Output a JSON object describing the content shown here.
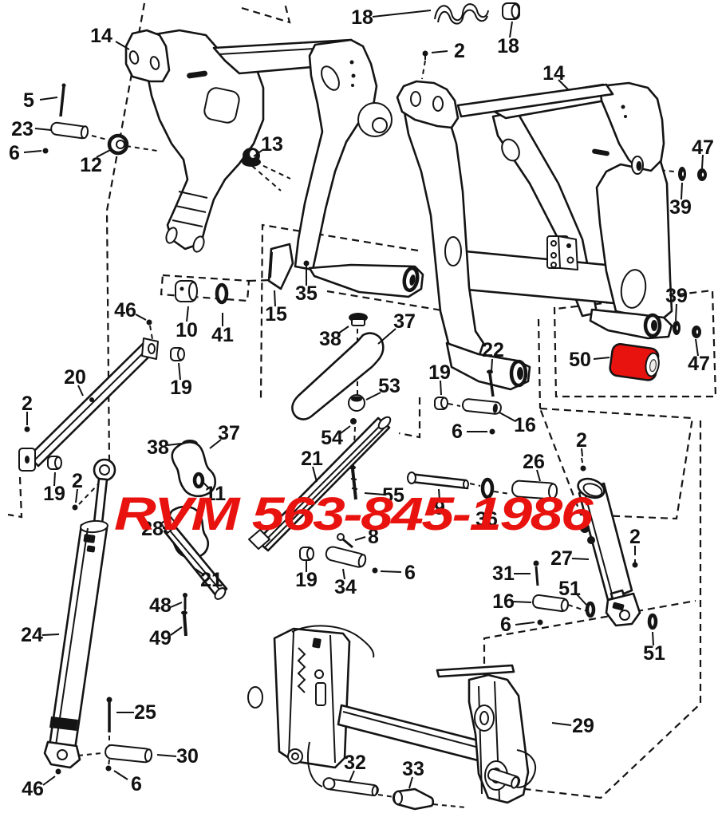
{
  "watermark": {
    "text": "RVM 563-845-1986",
    "color": "#e8120e"
  },
  "colors": {
    "line": "#141414",
    "background": "#ffffff",
    "highlight_red": "#e8120e"
  },
  "highlighted_part": {
    "number": "50",
    "color": "#e8120e"
  },
  "callouts": {
    "c01": "14",
    "c02": "5",
    "c03": "23",
    "c04": "6",
    "c05": "12",
    "c06": "13",
    "c07": "18",
    "c08": "2",
    "c09": "18",
    "c10": "14",
    "c11": "47",
    "c12": "39",
    "c13": "39",
    "c14": "47",
    "c15": "50",
    "c16": "22",
    "c17": "19",
    "c18": "16",
    "c19": "6",
    "c20": "26",
    "c21": "2",
    "c22": "46",
    "c23": "10",
    "c24": "41",
    "c25": "20",
    "c26": "19",
    "c27": "15",
    "c28": "35",
    "c29": "38",
    "c30": "37",
    "c31": "53",
    "c32": "54",
    "c33": "21",
    "c34": "55",
    "c35": "9",
    "c36": "36",
    "c37": "8",
    "c38": "34",
    "c39": "19",
    "c40": "6",
    "c41": "19",
    "c42": "2",
    "c43": "2",
    "c44": "38",
    "c45": "37",
    "c46": "11",
    "c47": "28",
    "c48": "21",
    "c49": "48",
    "c50": "49",
    "c51": "24",
    "c52": "25",
    "c53": "30",
    "c54": "46",
    "c55": "6",
    "c56": "29",
    "c57": "32",
    "c58": "33",
    "c59": "27",
    "c60": "31",
    "c61": "51",
    "c62": "16",
    "c63": "6",
    "c64": "51",
    "c65": "2"
  }
}
